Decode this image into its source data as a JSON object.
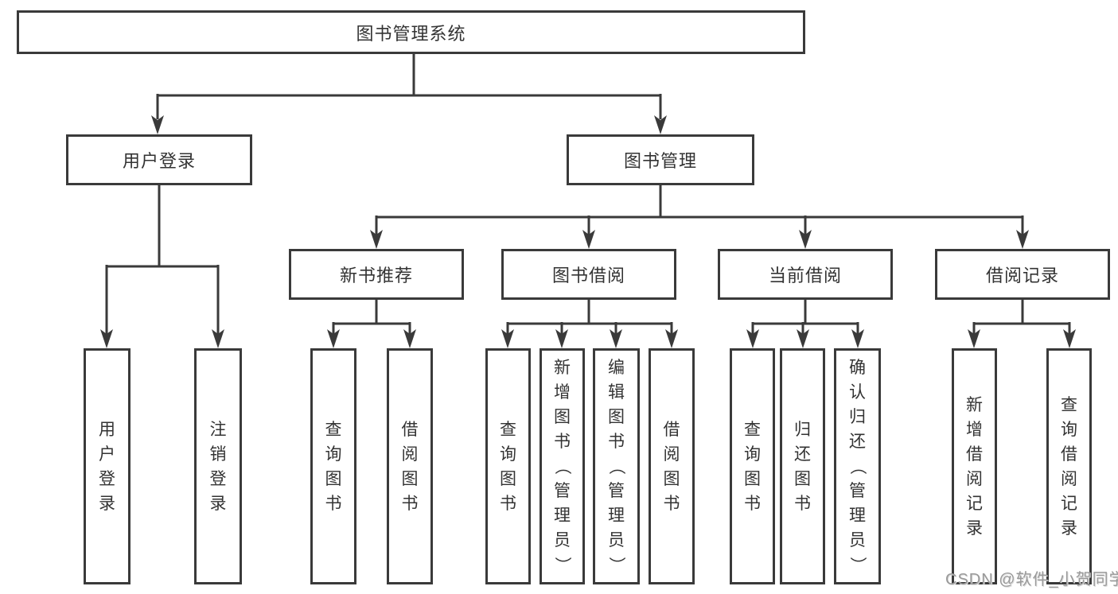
{
  "watermark": "CSDN @软件_小贺同学",
  "colors": {
    "line": "#3a3a3a",
    "text": "#333333",
    "watermark": "#9a9a9a",
    "background": "#ffffff"
  },
  "tree": {
    "root": {
      "label": "图书管理系统",
      "children": [
        {
          "label": "用户登录",
          "leaves": [
            "用户登录",
            "注销登录"
          ]
        },
        {
          "label": "图书管理",
          "children": [
            {
              "label": "新书推荐",
              "leaves": [
                "查询图书",
                "借阅图书"
              ]
            },
            {
              "label": "图书借阅",
              "leaves": [
                "查询图书",
                "新增图书（管理员）",
                "编辑图书（管理员）",
                "借阅图书"
              ]
            },
            {
              "label": "当前借阅",
              "leaves": [
                "查询图书",
                "归还图书",
                "确认归还（管理员）"
              ]
            },
            {
              "label": "借阅记录",
              "leaves": [
                "新增借阅记录",
                "查询借阅记录"
              ]
            }
          ]
        }
      ]
    }
  }
}
